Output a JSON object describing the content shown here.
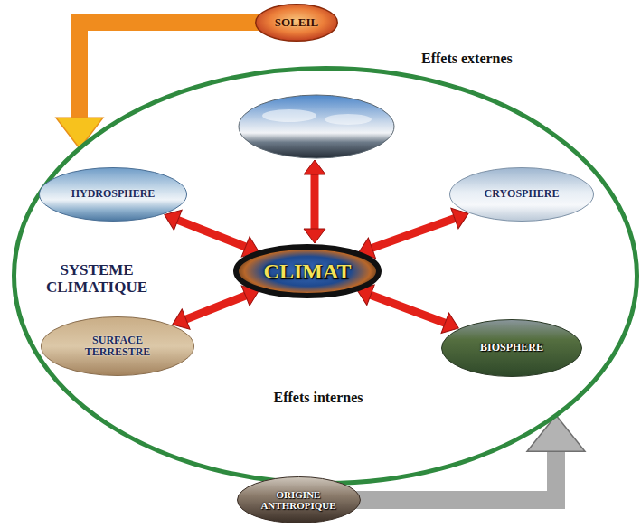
{
  "diagram": {
    "nodes": [
      {
        "text": [
          "SOLEIL"
        ]
      },
      {
        "text": [
          "SYSTEME CLIMATIQUE",
          "Effets internes"
        ]
      },
      {
        "text": [
          "HYDROSPHERE"
        ],
        "in": 1
      },
      {
        "text": [
          "CRYOSPHERE"
        ],
        "in": 1
      },
      {
        "text": [
          "CLIMAT"
        ],
        "in": 1
      },
      {
        "text": [
          "SURFACE TERRESTRE"
        ],
        "in": 1
      },
      {
        "text": [
          "BIOSPHERE"
        ],
        "in": 1
      },
      {
        "text": [
          "ORIGINE ANTHROPIQUE"
        ]
      }
    ],
    "edges": [
      {
        "from": 0,
        "to": 1,
        "arrow": "to"
      },
      {
        "from": 4,
        "to": 2,
        "arrow": "both"
      },
      {
        "from": 4,
        "to": 3,
        "arrow": "both"
      },
      {
        "from": 4,
        "to": 5,
        "arrow": "both"
      },
      {
        "from": 4,
        "to": 6,
        "arrow": "both"
      },
      {
        "from": 7,
        "to": 1,
        "arrow": "to"
      }
    ],
    "labels": [
      "Effets externes"
    ]
  }
}
